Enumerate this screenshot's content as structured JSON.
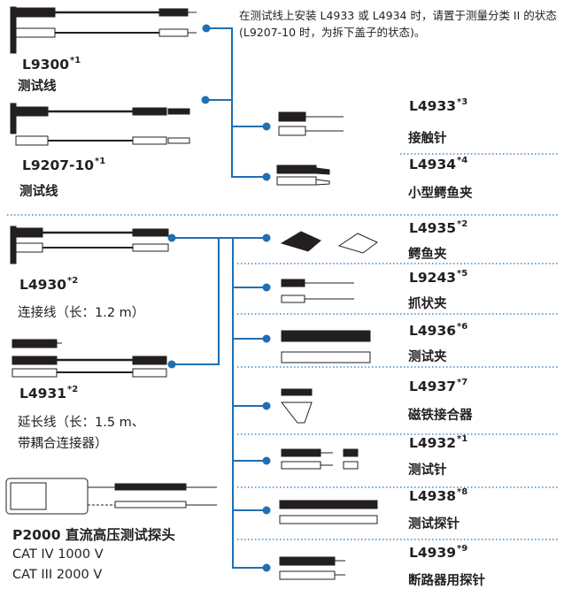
{
  "note": "在测试线上安装 L4933 或 L4934 时，请置于测量分类 II 的状态 (L9207-10 时，为拆下盖子的状态)。",
  "colors": {
    "line": "#1f6fb4",
    "dot": "#1f6fb4",
    "text": "#231f20"
  },
  "left_items": [
    {
      "model": "L9300",
      "sup": "*1",
      "lines": [
        "测试线"
      ]
    },
    {
      "model": "L9207-10",
      "sup": "*1",
      "lines": [
        "测试线"
      ]
    },
    {
      "model": "L4930",
      "sup": "*2",
      "lines": [
        "连接线（长：1.2 m）"
      ]
    },
    {
      "model": "L4931",
      "sup": "*2",
      "lines": [
        "延长线（长：1.5 m、",
        "带耦合连接器）"
      ]
    },
    {
      "model": "P2000",
      "sup": "",
      "desc": "直流高压测试探头",
      "lines": [
        "CAT IV 1000 V",
        "CAT III 2000 V"
      ]
    }
  ],
  "right_items": [
    {
      "model": "L4933",
      "sup": "*3",
      "name": "接触针"
    },
    {
      "model": "L4934",
      "sup": "*4",
      "name": "小型鳄鱼夹"
    },
    {
      "model": "L4935",
      "sup": "*2",
      "name": "鳄鱼夹"
    },
    {
      "model": "L9243",
      "sup": "*5",
      "name": "抓状夹"
    },
    {
      "model": "L4936",
      "sup": "*6",
      "name": "测试夹"
    },
    {
      "model": "L4937",
      "sup": "*7",
      "name": "磁铁接合器"
    },
    {
      "model": "L4932",
      "sup": "*1",
      "name": "测试针"
    },
    {
      "model": "L4938",
      "sup": "*8",
      "name": "测试探针"
    },
    {
      "model": "L4939",
      "sup": "*9",
      "name": "断路器用探针"
    }
  ]
}
